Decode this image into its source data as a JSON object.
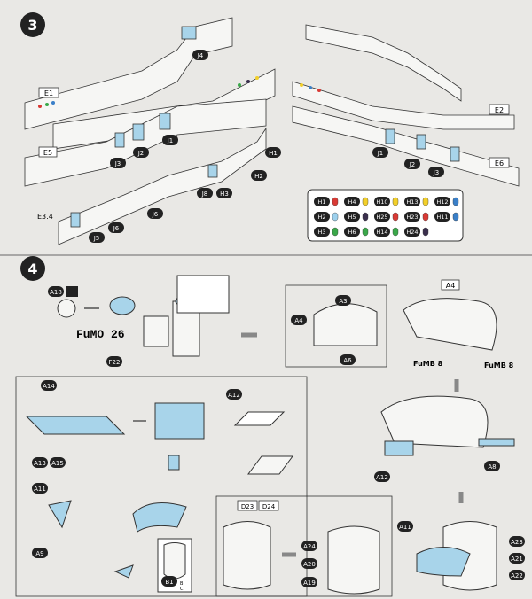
{
  "steps": {
    "step3": {
      "number": "3",
      "panels": {
        "e1": "E1",
        "e2": "E2",
        "e5": "E5",
        "e6": "E6",
        "e34": "E3.4"
      },
      "callouts": {
        "j4": "J4",
        "j1_left": "J1",
        "j2_left": "J2",
        "j3_left": "J3",
        "j8": "J8",
        "h3": "H3",
        "h2": "H2",
        "h1": "H1",
        "j6_upper": "J6",
        "j6_lower": "J6",
        "j5": "J5",
        "j1_right": "J1",
        "j2_right": "J2",
        "j3_right": "J3"
      },
      "legend": [
        {
          "code": "H1",
          "color": "#d93a35"
        },
        {
          "code": "H2",
          "color": "#9dd1ee"
        },
        {
          "code": "H3",
          "color": "#3aa84a"
        },
        {
          "code": "H4",
          "color": "#f2cf2a"
        },
        {
          "code": "H5",
          "color": "#3a2f4d"
        },
        {
          "code": "H6",
          "color": "#3aa84a"
        },
        {
          "code": "H10",
          "color": "#f2cf2a"
        },
        {
          "code": "H25",
          "color": "#d93a35"
        },
        {
          "code": "H14",
          "color": "#3aa84a"
        },
        {
          "code": "H13",
          "color": "#f2cf2a"
        },
        {
          "code": "H23",
          "color": "#d93a35"
        },
        {
          "code": "H24",
          "color": "#3a2f4d"
        },
        {
          "code": "H12",
          "color": "#3a7fc8"
        },
        {
          "code": "H11",
          "color": "#3a7fc8"
        }
      ]
    },
    "step4": {
      "number": "4",
      "labels": {
        "a18": "A18",
        "fumo": "FuMO 26",
        "f22": "F22",
        "a3": "A3",
        "a4_left": "A4",
        "a6": "A6",
        "a4_box": "A4",
        "fumb_left": "FuMB 8",
        "fumb_right": "FuMB 8",
        "a14": "A14",
        "a12_top": "A12",
        "a13": "A13",
        "a15": "A15",
        "a11_left": "A11",
        "a8": "A8",
        "a12_mid": "A12",
        "a9": "A9",
        "b1": "B1",
        "d23": "D23",
        "d24": "D24",
        "a24": "A24",
        "a20": "A20",
        "a19": "A19",
        "a11_right": "A11",
        "a23": "A23",
        "a21": "A21",
        "a22": "A22"
      },
      "parts_key": {
        "b": "B",
        "c": "C"
      }
    }
  },
  "colors": {
    "part_blue": "#a8d4ea",
    "ink": "#2b2b2b",
    "paper": "#e9e8e5"
  }
}
